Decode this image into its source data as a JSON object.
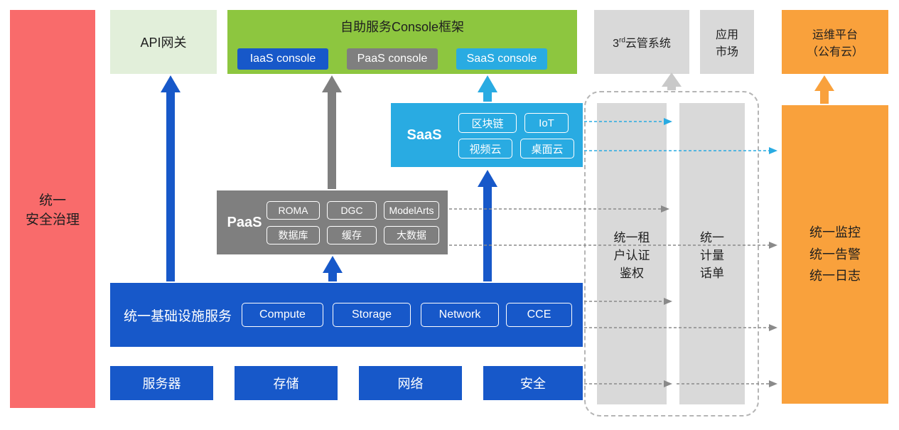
{
  "colors": {
    "security_red": "#f96b6b",
    "api_light_green": "#e2efda",
    "console_green": "#8dc63f",
    "primary_blue": "#1758c9",
    "paas_gray": "#7f7f7f",
    "saas_cyan": "#29abe2",
    "panel_light_gray": "#d9d9d9",
    "ops_orange": "#f9a13c"
  },
  "security_bar": {
    "label": "统一\n安全治理"
  },
  "api_gateway": {
    "label": "API网关"
  },
  "console_frame": {
    "title": "自助服务Console框架",
    "consoles": [
      {
        "label": "IaaS console"
      },
      {
        "label": "PaaS console"
      },
      {
        "label": "SaaS console"
      }
    ]
  },
  "third_party_cloud": {
    "prefix": "3",
    "sup": "rd",
    "suffix": "云管系统"
  },
  "app_market": {
    "label": "应用\n市场"
  },
  "ops_platform": {
    "label": "运维平台\n（公有云）"
  },
  "saas": {
    "label": "SaaS",
    "items": [
      {
        "label": "区块链"
      },
      {
        "label": "IoT"
      },
      {
        "label": "视频云"
      },
      {
        "label": "桌面云"
      }
    ]
  },
  "paas": {
    "label": "PaaS",
    "items": [
      {
        "label": "ROMA"
      },
      {
        "label": "DGC"
      },
      {
        "label": "ModelArts"
      },
      {
        "label": "数据库"
      },
      {
        "label": "缓存"
      },
      {
        "label": "大数据"
      }
    ]
  },
  "infrastructure": {
    "label": "统一基础设施服务",
    "items": [
      {
        "label": "Compute"
      },
      {
        "label": "Storage"
      },
      {
        "label": "Network"
      },
      {
        "label": "CCE"
      }
    ]
  },
  "resource_boxes": [
    {
      "label": "服务器"
    },
    {
      "label": "存储"
    },
    {
      "label": "网络"
    },
    {
      "label": "安全"
    }
  ],
  "tenant_auth_bar": {
    "label": "统一租\n户认证\n鉴权"
  },
  "metering_bar": {
    "label": "统一\n计量\n话单"
  },
  "monitoring": {
    "label": "统一监控\n统一告警\n统一日志"
  }
}
